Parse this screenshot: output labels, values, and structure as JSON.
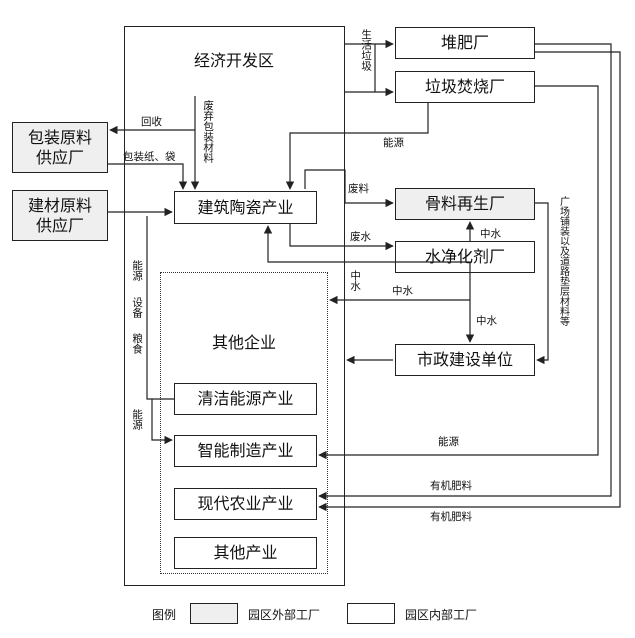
{
  "zones": {
    "economic_zone": "经济开发区",
    "other_enterprises": "其他企业"
  },
  "nodes": {
    "compost": "堆肥厂",
    "incinerator": "垃圾焚烧厂",
    "packaging_supplier": "包装原料\n供应厂",
    "building_supplier": "建材原料\n供应厂",
    "ceramics": "建筑陶瓷产业",
    "aggregate": "骨料再生厂",
    "water_agent": "水净化剂厂",
    "municipal": "市政建设单位",
    "clean_energy": "清洁能源产业",
    "smart_mfg": "智能制造产业",
    "modern_agri": "现代农业产业",
    "other_ind": "其他产业"
  },
  "labels": {
    "domestic_waste": "生活垃圾",
    "recycle": "回收",
    "discarded_packaging": "废弃包装材料",
    "packaging_paper_bags": "包装纸、袋",
    "energy_incin": "能源",
    "waste_material": "废料",
    "waste_water": "废水",
    "reclaimed_water_1": "中水",
    "reclaimed_water_2": "中水",
    "reclaimed_water_3": "中水",
    "reclaimed_water_4": "中水",
    "plaza_paving": "广场铺装以及道路垫层材料等",
    "energy_left": "能源",
    "equipment": "设备",
    "grain": "粮食",
    "energy_clean": "能源",
    "energy_smart": "能源",
    "organic_fertilizer_1": "有机肥料",
    "organic_fertilizer_2": "有机肥料"
  },
  "legend": {
    "title": "图例",
    "external": "园区外部工厂",
    "internal": "园区内部工厂"
  }
}
